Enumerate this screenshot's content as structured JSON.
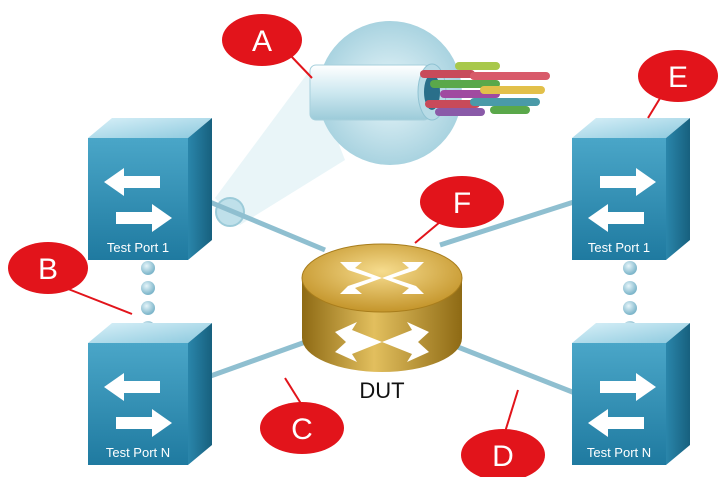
{
  "left_ports": [
    {
      "label": "Test Port 1",
      "icon": "swap-arrows-icon"
    },
    {
      "label": "Test Port N",
      "icon": "swap-arrows-icon"
    }
  ],
  "right_ports": [
    {
      "label": "Test Port 1",
      "icon": "swap-arrows-icon"
    },
    {
      "label": "Test Port N",
      "icon": "swap-arrows-icon"
    }
  ],
  "dut": {
    "label": "DUT",
    "icon": "crossed-arrows-icon"
  },
  "callouts": [
    "A",
    "B",
    "C",
    "D",
    "E",
    "F"
  ],
  "colors": {
    "callout_red": "#e2141b",
    "port_top": "#bfe4f0",
    "port_front": "#2f8fb4",
    "port_side": "#1b6c8d",
    "dut_gold": "#c89a2c",
    "link_line": "#8fbfd0"
  }
}
